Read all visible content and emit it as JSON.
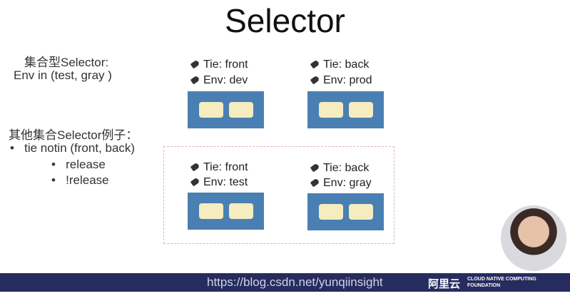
{
  "title": "Selector",
  "left": {
    "heading1": "集合型Selector:",
    "expr": "Env in (test, gray )",
    "heading2": "其他集合Selector例子：",
    "bullets": [
      "tie notin (front, back)",
      "release",
      "!release"
    ]
  },
  "pods": [
    {
      "tie": "Tie: front",
      "env": "Env: dev"
    },
    {
      "tie": "Tie: back",
      "env": "Env: prod"
    },
    {
      "tie": "Tie: front",
      "env": "Env: test"
    },
    {
      "tie": "Tie: back",
      "env": "Env: gray"
    }
  ],
  "colors": {
    "pod": "#4a7fb3",
    "container": "#f5ecc0",
    "bar": "#262c5e"
  },
  "footer": {
    "watermark": "https://blog.csdn.net/yunqiinsight",
    "logo1": "阿里云",
    "logo2": "CLOUD NATIVE COMPUTING FOUNDATION"
  }
}
